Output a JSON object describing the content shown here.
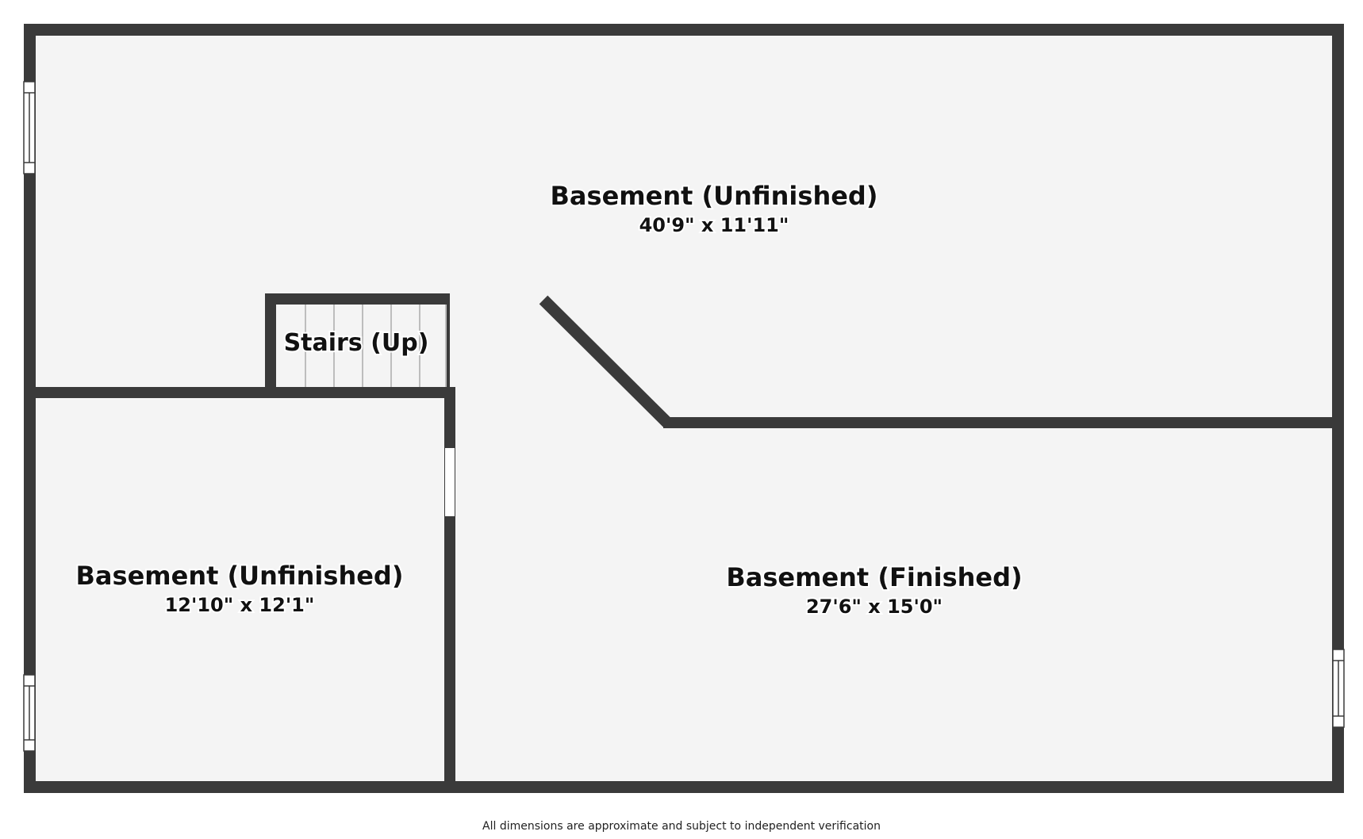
{
  "rooms": {
    "top": {
      "name": "Basement (Unfinished)",
      "dimensions": "40'9\" x 11'11\""
    },
    "stairs": {
      "name": "Stairs (Up)"
    },
    "bottom_left": {
      "name": "Basement (Unfinished)",
      "dimensions": "12'10\" x 12'1\""
    },
    "bottom_right": {
      "name": "Basement (Finished)",
      "dimensions": "27'6\" x 15'0\""
    }
  },
  "disclaimer": "All dimensions are approximate and subject to independent verification",
  "colors": {
    "wall": "#3a3a3a",
    "floor": "#f4f4f4",
    "background": "#ffffff",
    "stair_lines": "#bdbdbd",
    "window_frame": "#3a3a3a",
    "opening": "#ffffff"
  }
}
